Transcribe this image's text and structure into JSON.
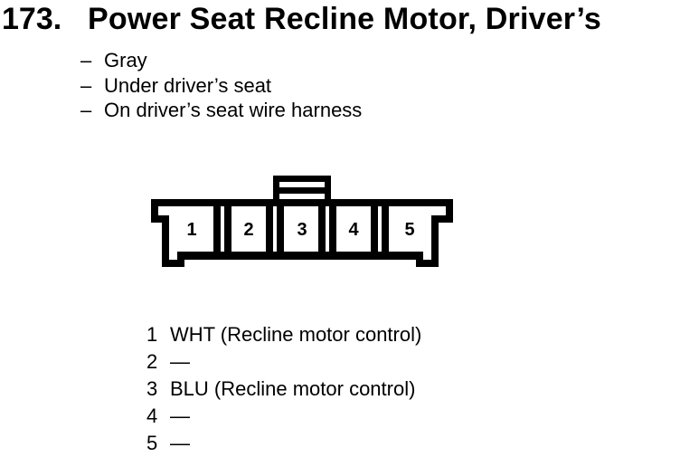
{
  "header": {
    "item_number": "173.",
    "title": "Power Seat Recline Motor, Driver’s"
  },
  "notes": {
    "dash": "–",
    "items": [
      "Gray",
      "Under driver’s seat",
      "On driver’s seat wire harness"
    ]
  },
  "connector": {
    "description": "5-pin connector, front view, lock tab above pin 3",
    "pin_labels": [
      "1",
      "2",
      "3",
      "4",
      "5"
    ],
    "line_color": "#000000",
    "fill_color": "#ffffff"
  },
  "pin_table": {
    "rows": [
      {
        "pin": "1",
        "desc": "WHT (Recline motor control)"
      },
      {
        "pin": "2",
        "desc": "—"
      },
      {
        "pin": "3",
        "desc": "BLU (Recline motor control)"
      },
      {
        "pin": "4",
        "desc": "—"
      },
      {
        "pin": "5",
        "desc": "—"
      }
    ]
  }
}
